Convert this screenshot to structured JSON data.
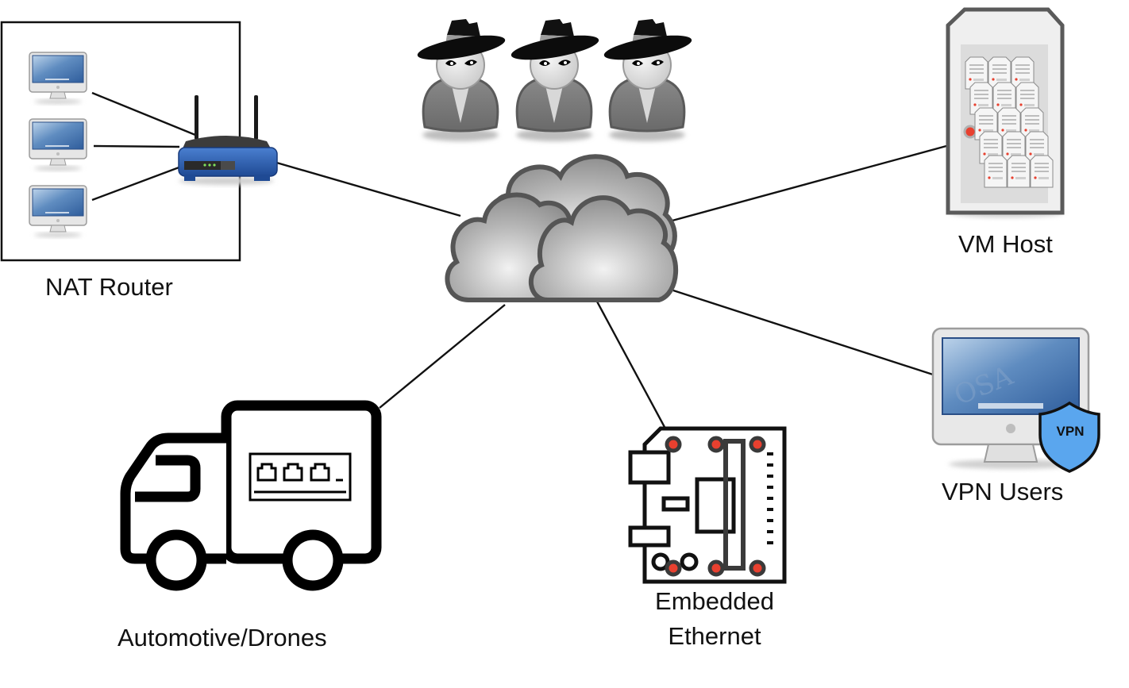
{
  "diagram": {
    "title": "",
    "nodes": [
      {
        "id": "internet",
        "kind": "cloud",
        "label": ""
      },
      {
        "id": "attackers",
        "kind": "attacker-group",
        "label": "",
        "count": 3
      },
      {
        "id": "nat-router",
        "kind": "router-with-clients",
        "label": "NAT Router",
        "client_count": 3
      },
      {
        "id": "vm-host",
        "kind": "server-rack",
        "label": "VM Host"
      },
      {
        "id": "vpn-users",
        "kind": "desktop-with-vpn-shield",
        "label": "VPN Users",
        "badge": "VPN"
      },
      {
        "id": "embedded",
        "kind": "circuit-board",
        "label_lines": [
          "Embedded",
          "Ethernet"
        ]
      },
      {
        "id": "automotive",
        "kind": "truck-with-ethernet",
        "label": "Automotive/Drones",
        "port_count": 3
      }
    ],
    "edges": [
      {
        "from": "nat-router",
        "to": "internet"
      },
      {
        "from": "vm-host",
        "to": "internet"
      },
      {
        "from": "vpn-users",
        "to": "internet"
      },
      {
        "from": "embedded",
        "to": "internet"
      },
      {
        "from": "automotive",
        "to": "internet"
      },
      {
        "from": "nat-client-1",
        "to": "nat-router"
      },
      {
        "from": "nat-client-2",
        "to": "nat-router"
      },
      {
        "from": "nat-client-3",
        "to": "nat-router"
      }
    ],
    "colors": {
      "edge": "#111111",
      "router_blue": "#2f5fb0",
      "screen_blue": "#3a6aa8",
      "vpn_shield": "#5aa6ee",
      "led_red": "#e8402f",
      "cloud_gray": "#9a9a9a"
    }
  },
  "labels": {
    "nat_router": "NAT Router",
    "vm_host": "VM Host",
    "vpn_users": "VPN Users",
    "vpn_badge": "VPN",
    "embedded_line1": "Embedded",
    "embedded_line2": "Ethernet",
    "automotive": "Automotive/Drones"
  }
}
